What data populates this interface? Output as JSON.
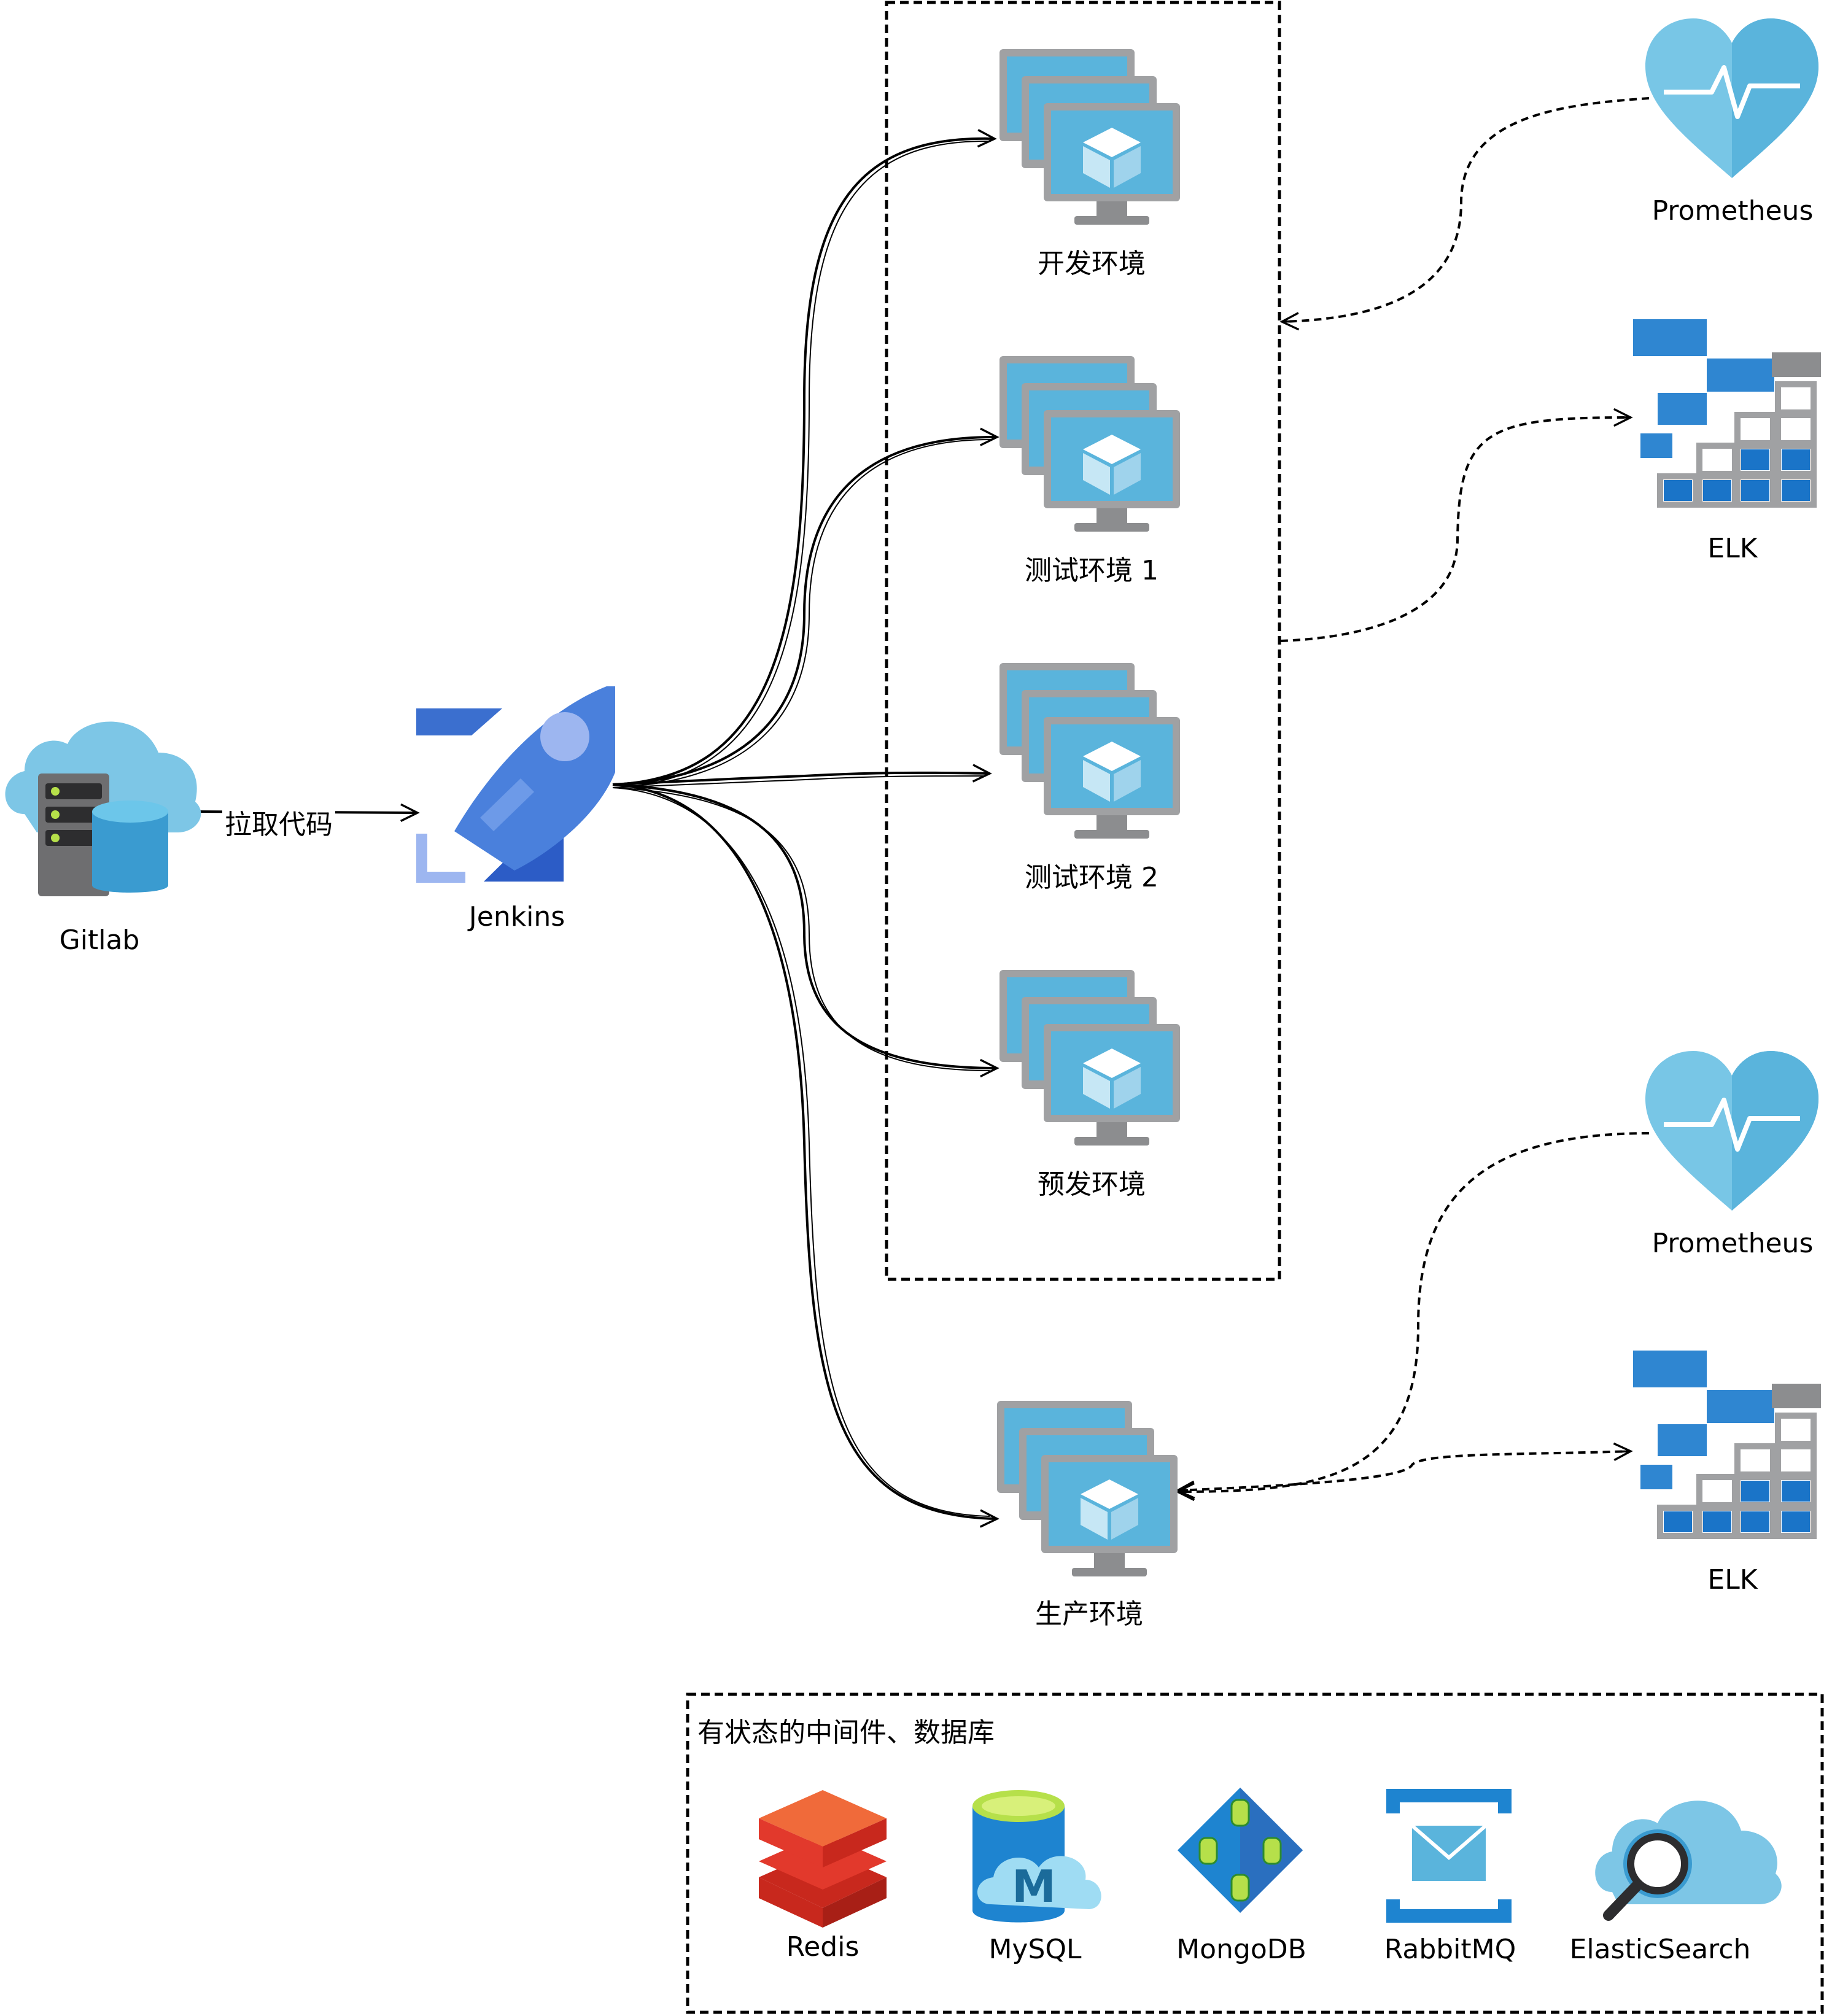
{
  "nodes": {
    "gitlab": "Gitlab",
    "jenkins": "Jenkins",
    "env_dev": "开发环境",
    "env_test1": "测试环境 1",
    "env_test2": "测试环境 2",
    "env_preprod": "预发环境",
    "env_prod": "生产环境",
    "prometheus_top": "Prometheus",
    "elk_top": "ELK",
    "prometheus_bottom": "Prometheus",
    "elk_bottom": "ELK"
  },
  "edges": {
    "gitlab_to_jenkins": "拉取代码"
  },
  "stateful_group": {
    "title": "有状态的中间件、数据库",
    "items": [
      "Redis",
      "MySQL",
      "MongoDB",
      "RabbitMQ",
      "ElasticSearch"
    ]
  },
  "colors": {
    "vm_blue": "#5ab4dc",
    "vm_gray": "#a0a1a3",
    "jenkins_blue": "#4a7fd8",
    "prometheus_blue": "#6cc0e2",
    "elk_blue": "#1a74c8",
    "redis_red": "#e23b2e"
  }
}
